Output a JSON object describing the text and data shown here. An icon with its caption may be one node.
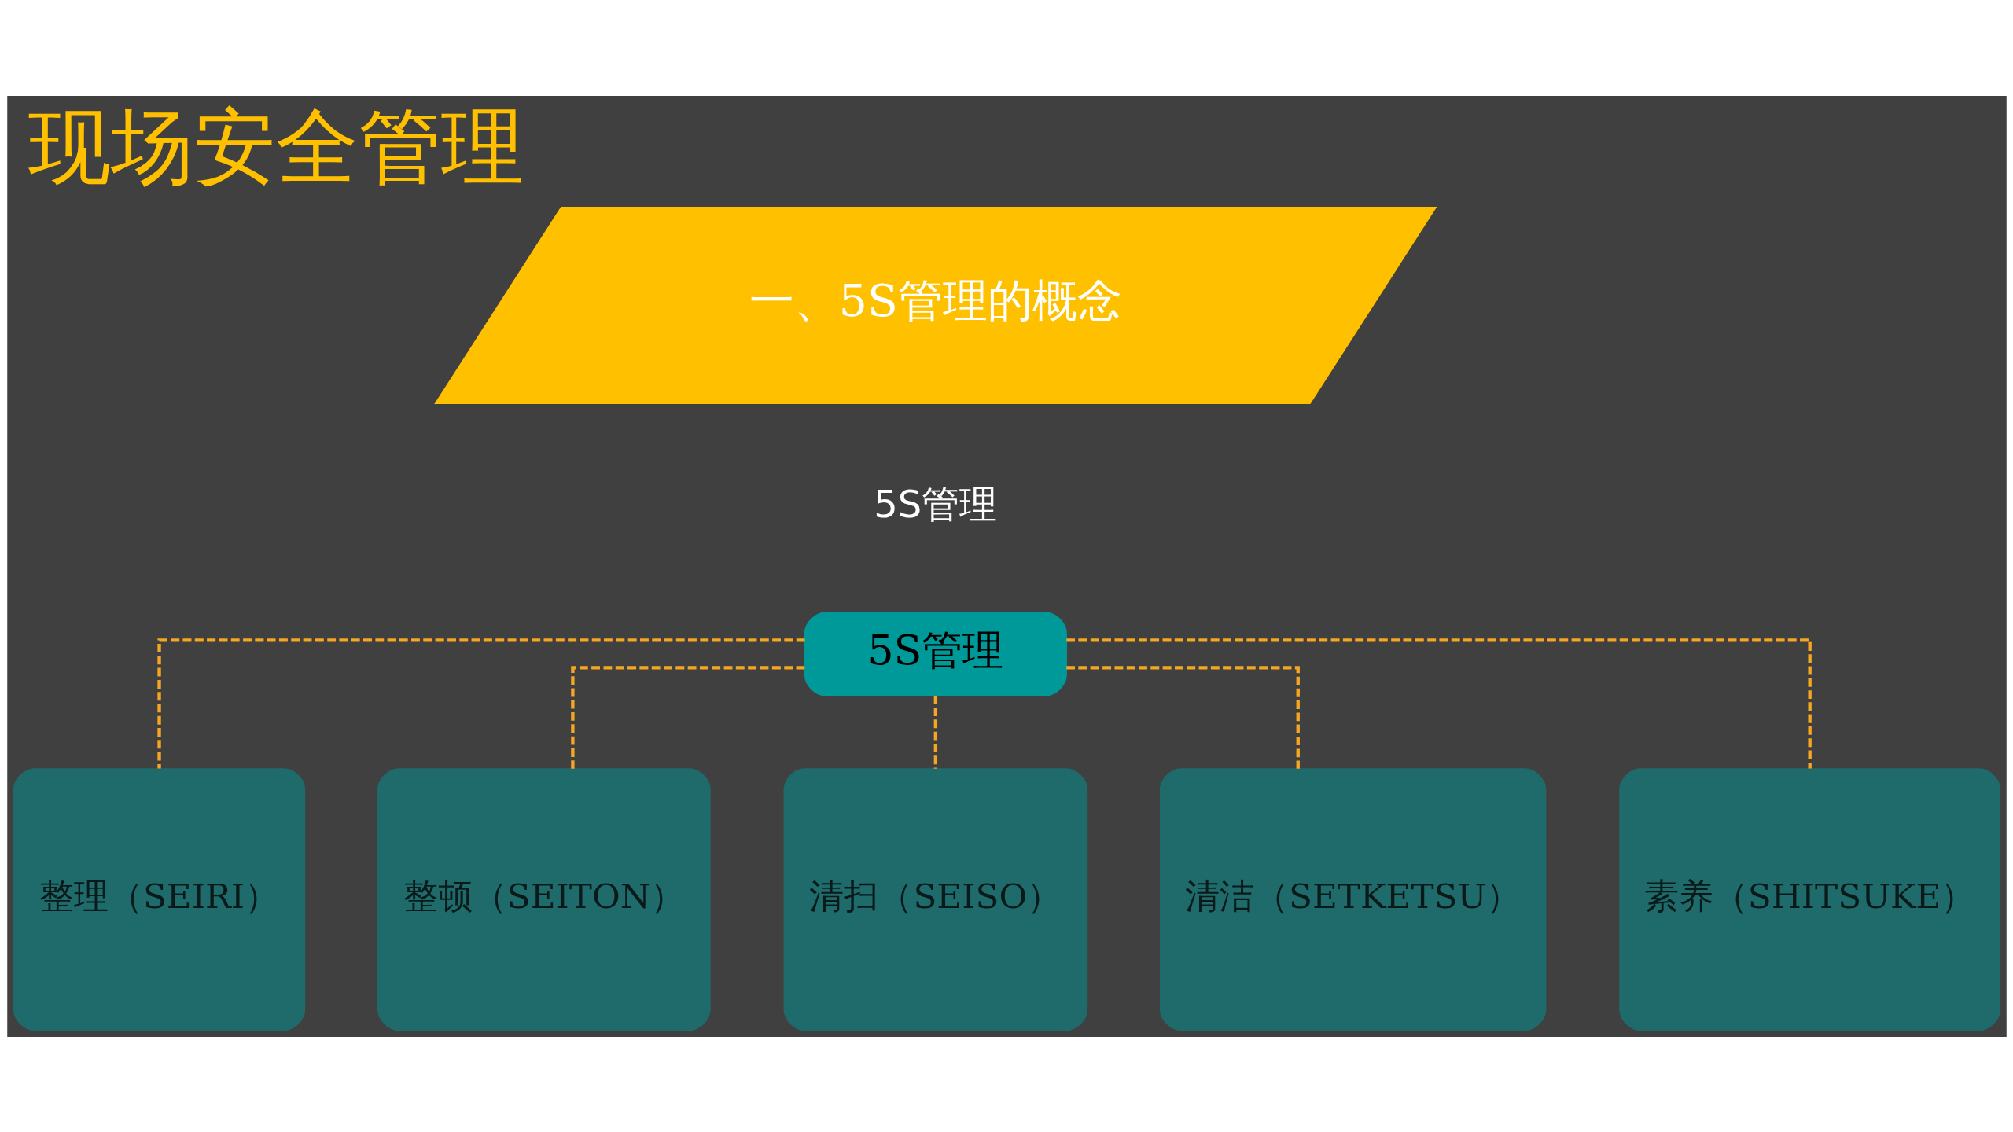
{
  "diagram": {
    "title": "现场安全管理",
    "nodes": [
      {
        "text": [
          "一、5S管理的概念"
        ]
      },
      {
        "text": [
          "5S管理"
        ]
      },
      {
        "text": [
          "整理（SEIRI）"
        ]
      },
      {
        "text": [
          "整顿（SEITON）"
        ]
      },
      {
        "text": [
          "清扫（SEISO）"
        ]
      },
      {
        "text": [
          "清洁（SETKETSU）"
        ]
      },
      {
        "text": [
          "素养（SHITSUKE）"
        ]
      }
    ],
    "edges": [
      {
        "from": 1,
        "to": 2,
        "arrow": "none",
        "style": "dashed",
        "color": "#f5a623"
      },
      {
        "from": 1,
        "to": 3,
        "arrow": "none",
        "style": "dashed",
        "color": "#f5a623"
      },
      {
        "from": 1,
        "to": 4,
        "arrow": "none",
        "style": "dashed",
        "color": "#f5a623"
      },
      {
        "from": 1,
        "to": 5,
        "arrow": "none",
        "style": "dashed",
        "color": "#f5a623"
      },
      {
        "from": 1,
        "to": 6,
        "arrow": "none",
        "style": "dashed",
        "color": "#f5a623"
      }
    ],
    "labels": [
      "5S管理"
    ]
  }
}
